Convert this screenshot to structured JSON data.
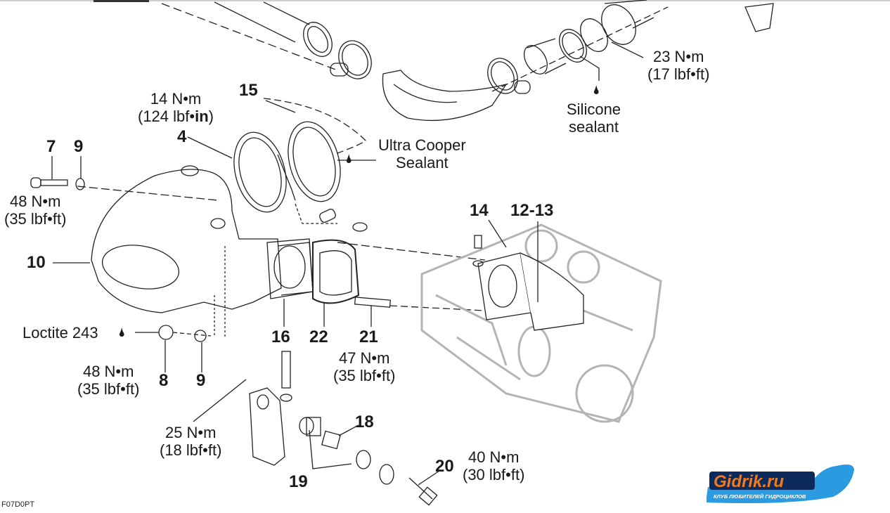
{
  "figure_code": "F07D0PT",
  "torque_specs": {
    "clamp_4": {
      "metric": "14 N•m",
      "imperial_prefix": "(124 lbf•",
      "imperial_bold": "in",
      "imperial_suffix": ")"
    },
    "bolt_7": {
      "metric": "48 N•m",
      "imperial": "(35 lbf•ft)"
    },
    "nut_8": {
      "metric": "48 N•m",
      "imperial": "(35 lbf•ft)"
    },
    "stud_21": {
      "metric": "47 N•m",
      "imperial": "(35 lbf•ft)"
    },
    "screw_bracket": {
      "metric": "25 N•m",
      "imperial": "(18 lbf•ft)"
    },
    "bolt_20": {
      "metric": "40 N•m",
      "imperial": "(30 lbf•ft)"
    },
    "clamp_top": {
      "metric": "23 N•m",
      "imperial": "(17 lbf•ft)"
    }
  },
  "sealants": {
    "ultra_copper": {
      "line1": "Ultra Cooper",
      "line2": "Sealant",
      "icon": "drop-icon"
    },
    "silicone": {
      "line1": "Silicone",
      "line2": "sealant",
      "icon": "drop-icon"
    },
    "loctite": {
      "label": "Loctite 243",
      "icon": "drop-icon"
    }
  },
  "part_numbers": {
    "p4": "4",
    "p7": "7",
    "p8": "8",
    "p9a": "9",
    "p9b": "9",
    "p10": "10",
    "p12_13": "12-13",
    "p14": "14",
    "p15": "15",
    "p16": "16",
    "p18": "18",
    "p19": "19",
    "p20": "20",
    "p21": "21",
    "p22": "22"
  },
  "logo": {
    "brand": "Gidrik.ru",
    "tagline": "КЛУБ ЛЮБИТЕЛЕЙ ГИДРОЦИКЛОВ",
    "colors": {
      "orange": "#f07a1c",
      "blue": "#2a9be0",
      "navy": "#0d2a5c"
    }
  },
  "drop_glyph": "🌢"
}
